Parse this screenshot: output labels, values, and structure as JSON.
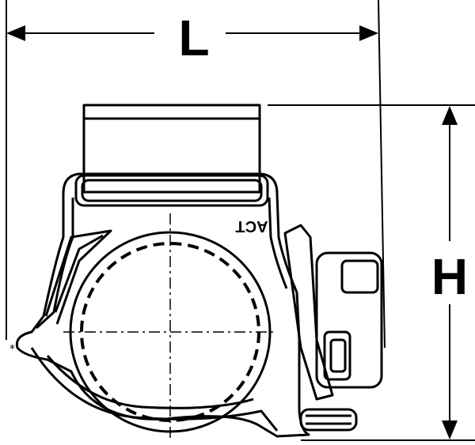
{
  "drawing": {
    "dimension_length_label": "L",
    "dimension_height_label": "H",
    "brand_marking": "ACT",
    "line_color": "#000000",
    "background_color": "#ffffff"
  }
}
